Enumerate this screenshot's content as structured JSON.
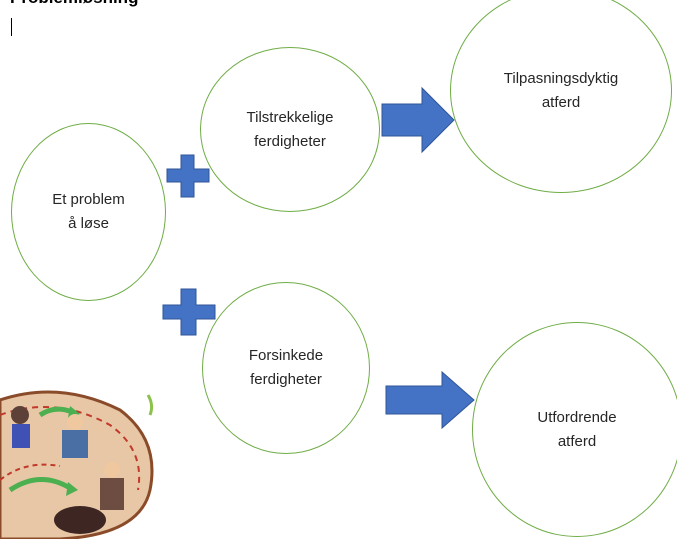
{
  "document": {
    "heading": "Problemløsning"
  },
  "nodes": {
    "problem": "Et problem\nå løse",
    "sufficient_skills": "Tilstrekkelige\nferdigheter",
    "adaptive_behavior": "Tilpasningsdyktig\natferd",
    "lagging_skills": "Forsinkede\nferdigheter",
    "challenging_behavior": "Utfordrende\natferd"
  },
  "colors": {
    "circle_outline": "#70ad47",
    "shape_fill": "#4472c4",
    "shape_outline": "#2f5597",
    "text": "#262626"
  },
  "icons": [
    "plus-icon",
    "arrow-right-icon"
  ]
}
